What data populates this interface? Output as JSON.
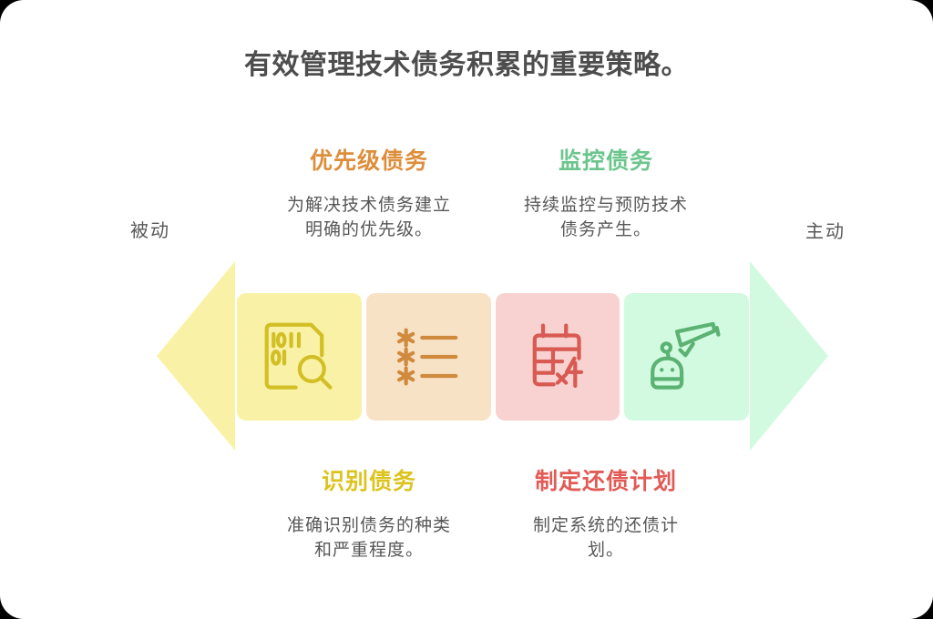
{
  "title": {
    "text": "有效管理技术债务积累的重要策略。",
    "color": "#4d4d4d"
  },
  "axis": {
    "left_label": "被动",
    "right_label": "主动",
    "label_color": "#575757",
    "left_arrow_color": "#f9f2a6",
    "right_arrow_color": "#d2fae0",
    "left_arrow_direction": "left",
    "right_arrow_direction": "right"
  },
  "text": {
    "description_color": "#575757"
  },
  "steps": [
    {
      "name": "identify-debt",
      "heading": "识别债务",
      "description": "准确识别债务的种类和严重程度。",
      "text_position": "bottom",
      "heading_color": "#ddc31d",
      "box_color": "#f9f2a6",
      "icon": "code-document-search-icon",
      "icon_color": "#d2bf25"
    },
    {
      "name": "prioritize-debt",
      "heading": "优先级债务",
      "description": "为解决技术债务建立明确的优先级。",
      "text_position": "top",
      "heading_color": "#dd8e3b",
      "box_color": "#f8e2c6",
      "icon": "asterisk-list-icon",
      "icon_color": "#cf8a3e"
    },
    {
      "name": "repayment-plan",
      "heading": "制定还债计划",
      "description": "制定系统的还债计划。",
      "text_position": "bottom",
      "heading_color": "#e25a55",
      "box_color": "#f7d2d0",
      "icon": "calendar-x4-icon",
      "icon_color": "#d85a52"
    },
    {
      "name": "monitor-debt",
      "heading": "监控债务",
      "description": "持续监控与预防技术债务产生。",
      "text_position": "top",
      "heading_color": "#6cc58c",
      "box_color": "#d2fae0",
      "icon": "robot-surveillance-camera-icon",
      "icon_color": "#5bb273"
    }
  ]
}
